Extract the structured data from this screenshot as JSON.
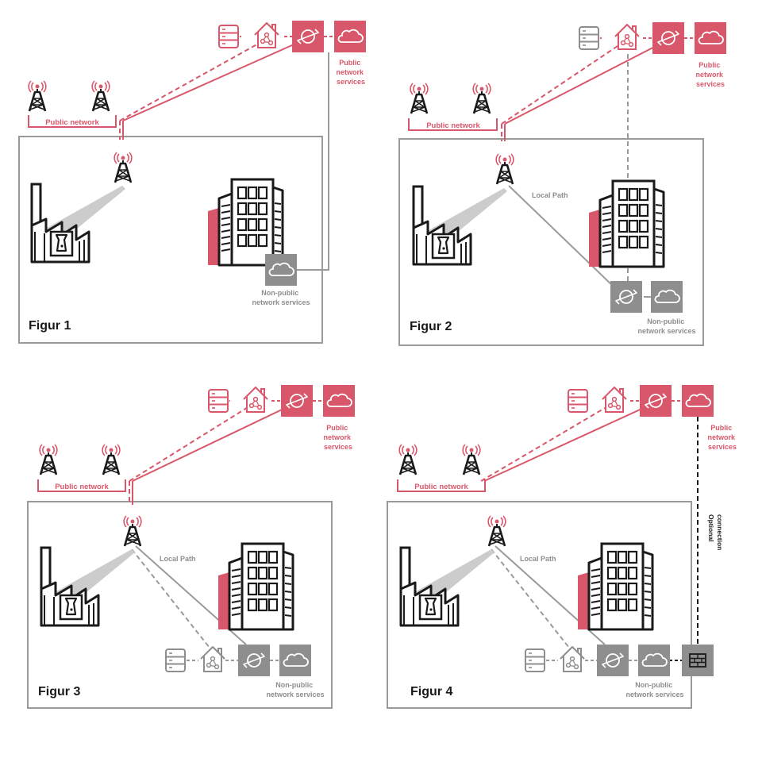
{
  "figures": [
    {
      "title": "Figur 1",
      "public_network_label": "Public network",
      "public_services_label": [
        "Public",
        "network",
        "services"
      ],
      "non_public_label": [
        "Non-public",
        "network services"
      ]
    },
    {
      "title": "Figur 2",
      "public_network_label": "Public network",
      "public_services_label": [
        "Public",
        "network",
        "services"
      ],
      "local_path_label": "Local Path",
      "non_public_label": [
        "Non-public",
        "network services"
      ]
    },
    {
      "title": "Figur 3",
      "public_network_label": "Public network",
      "public_services_label": [
        "Public",
        "network",
        "services"
      ],
      "local_path_label": "Local Path",
      "non_public_label": [
        "Non-public",
        "network services"
      ]
    },
    {
      "title": "Figur 4",
      "public_network_label": "Public network",
      "public_services_label": [
        "Public",
        "network",
        "services"
      ],
      "local_path_label": "Local Path",
      "non_public_label": [
        "Non-public",
        "network services"
      ],
      "optional_label": [
        "Optional",
        "connection"
      ]
    }
  ],
  "colors": {
    "public": "#d9576a",
    "non_public": "#8e8e8e",
    "outline": "#1a1a1a"
  },
  "icons": [
    "server-icon",
    "home-network-icon",
    "router-icon",
    "cloud-icon",
    "cell-tower-icon",
    "factory-icon",
    "office-building-icon",
    "firewall-icon"
  ]
}
